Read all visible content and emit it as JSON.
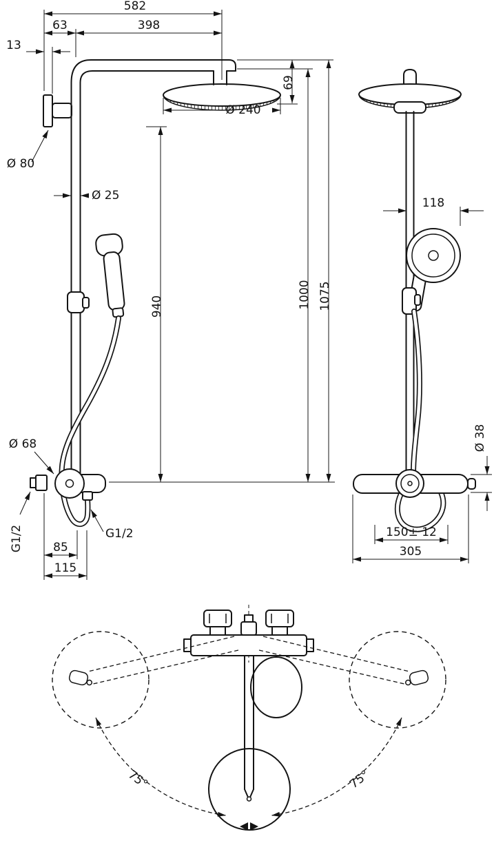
{
  "drawing": {
    "front": {
      "dim_total_width": "582",
      "dim_wall_to_pipe": "63",
      "dim_arm_reach": "398",
      "dim_wall_plate": "13",
      "dim_head_height": "69",
      "dim_head_diameter": "Ø 240",
      "dim_escutcheon_diameter": "Ø 80",
      "dim_pipe_diameter": "Ø 25",
      "dim_pipe_length": "940",
      "dim_height_1000": "1000",
      "dim_height_1075": "1075",
      "dim_valve_diameter": "Ø 68",
      "thread_left": "G1/2",
      "thread_bottom": "G1/2",
      "dim_85": "85",
      "dim_115": "115"
    },
    "side": {
      "dim_handshower_diameter": "118",
      "dim_valve_body_diameter": "Ø 38",
      "dim_connection_spacing": "150± 12",
      "dim_depth": "305"
    },
    "top": {
      "dim_swivel_left": "75°",
      "dim_swivel_right": "75°"
    }
  }
}
